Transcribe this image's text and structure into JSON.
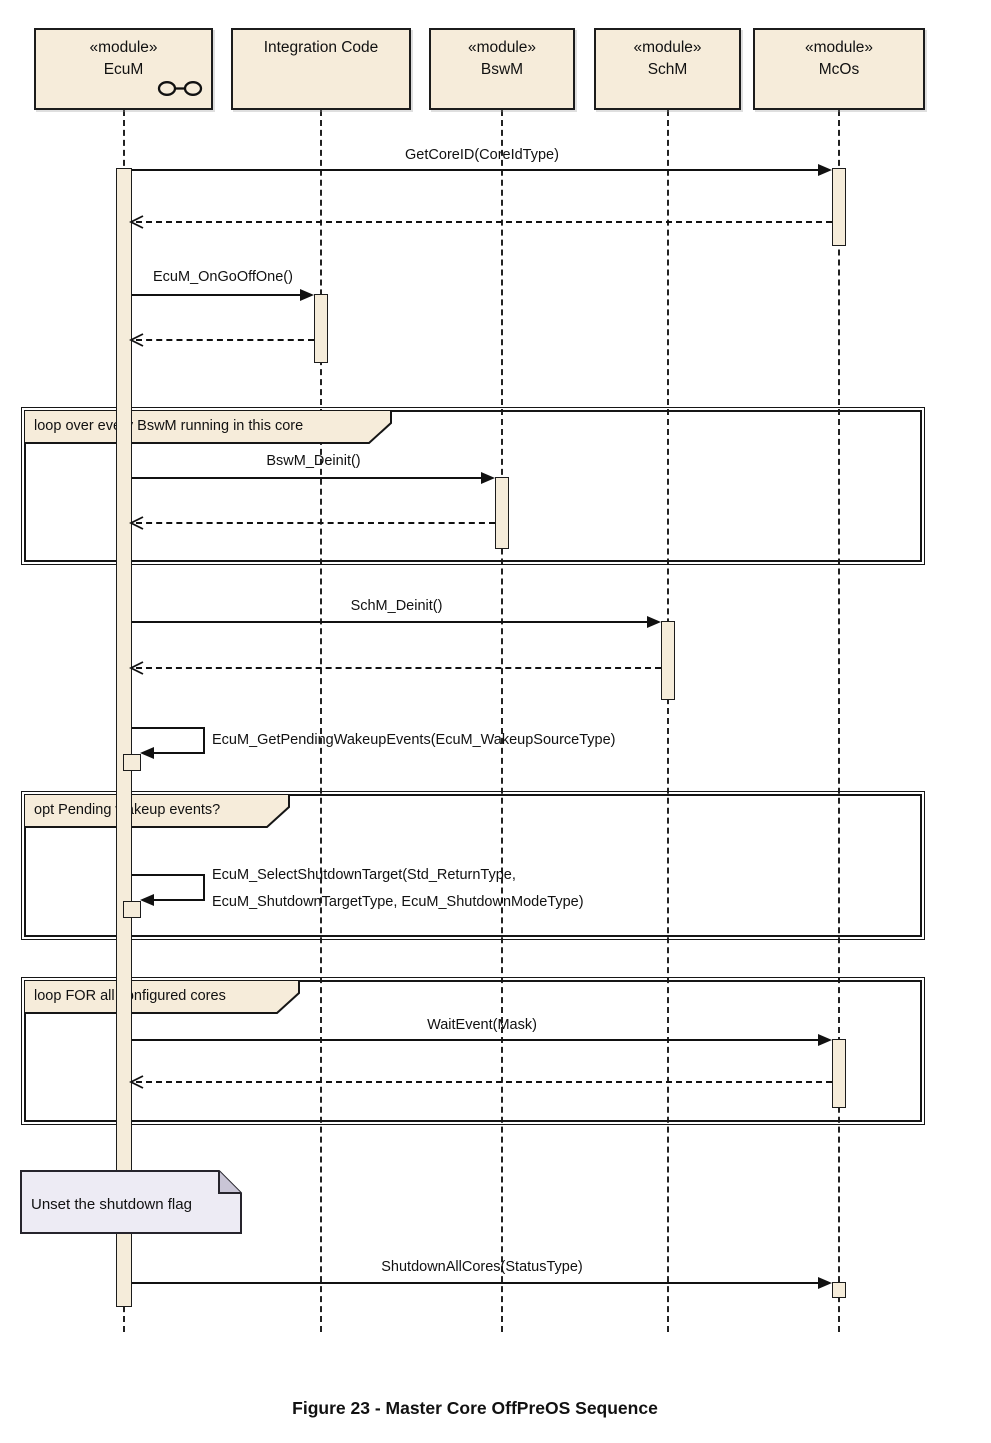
{
  "diagram": {
    "caption": "Figure 23 - Master Core OffPreOS Sequence",
    "type": "uml-sequence-diagram"
  },
  "participants": [
    {
      "stereotype": "«module»",
      "name": "EcuM",
      "icon": "link-circles-icon"
    },
    {
      "stereotype": "",
      "name": "Integration Code"
    },
    {
      "stereotype": "«module»",
      "name": "BswM"
    },
    {
      "stereotype": "«module»",
      "name": "SchM"
    },
    {
      "stereotype": "«module»",
      "name": "McOs"
    }
  ],
  "messages": {
    "get_core_id": "GetCoreID(CoreIdType)",
    "on_go_off_one": "EcuM_OnGoOffOne()",
    "bswm_deinit": "BswM_Deinit()",
    "schm_deinit": "SchM_Deinit()",
    "get_pending_wakeup": "EcuM_GetPendingWakeupEvents(EcuM_WakeupSourceType)",
    "select_shutdown_line1": "EcuM_SelectShutdownTarget(Std_ReturnType,",
    "select_shutdown_line2": "EcuM_ShutdownTargetType, EcuM_ShutdownModeType)",
    "wait_event": "WaitEvent(Mask)",
    "shutdown_all_cores": "ShutdownAllCores(StatusType)"
  },
  "fragments": {
    "loop_bswm": "loop over every BswM running in this core",
    "opt_pending": "opt Pending wakeup events?",
    "loop_cores": "loop FOR all configured cores"
  },
  "note": {
    "text": "Unset the shutdown flag"
  },
  "colors": {
    "element_fill": "#F6ECDA",
    "note_fill": "#EDEBF4",
    "note_fold": "#C9C5D6",
    "line": "#111111",
    "background": "#FFFFFF"
  }
}
